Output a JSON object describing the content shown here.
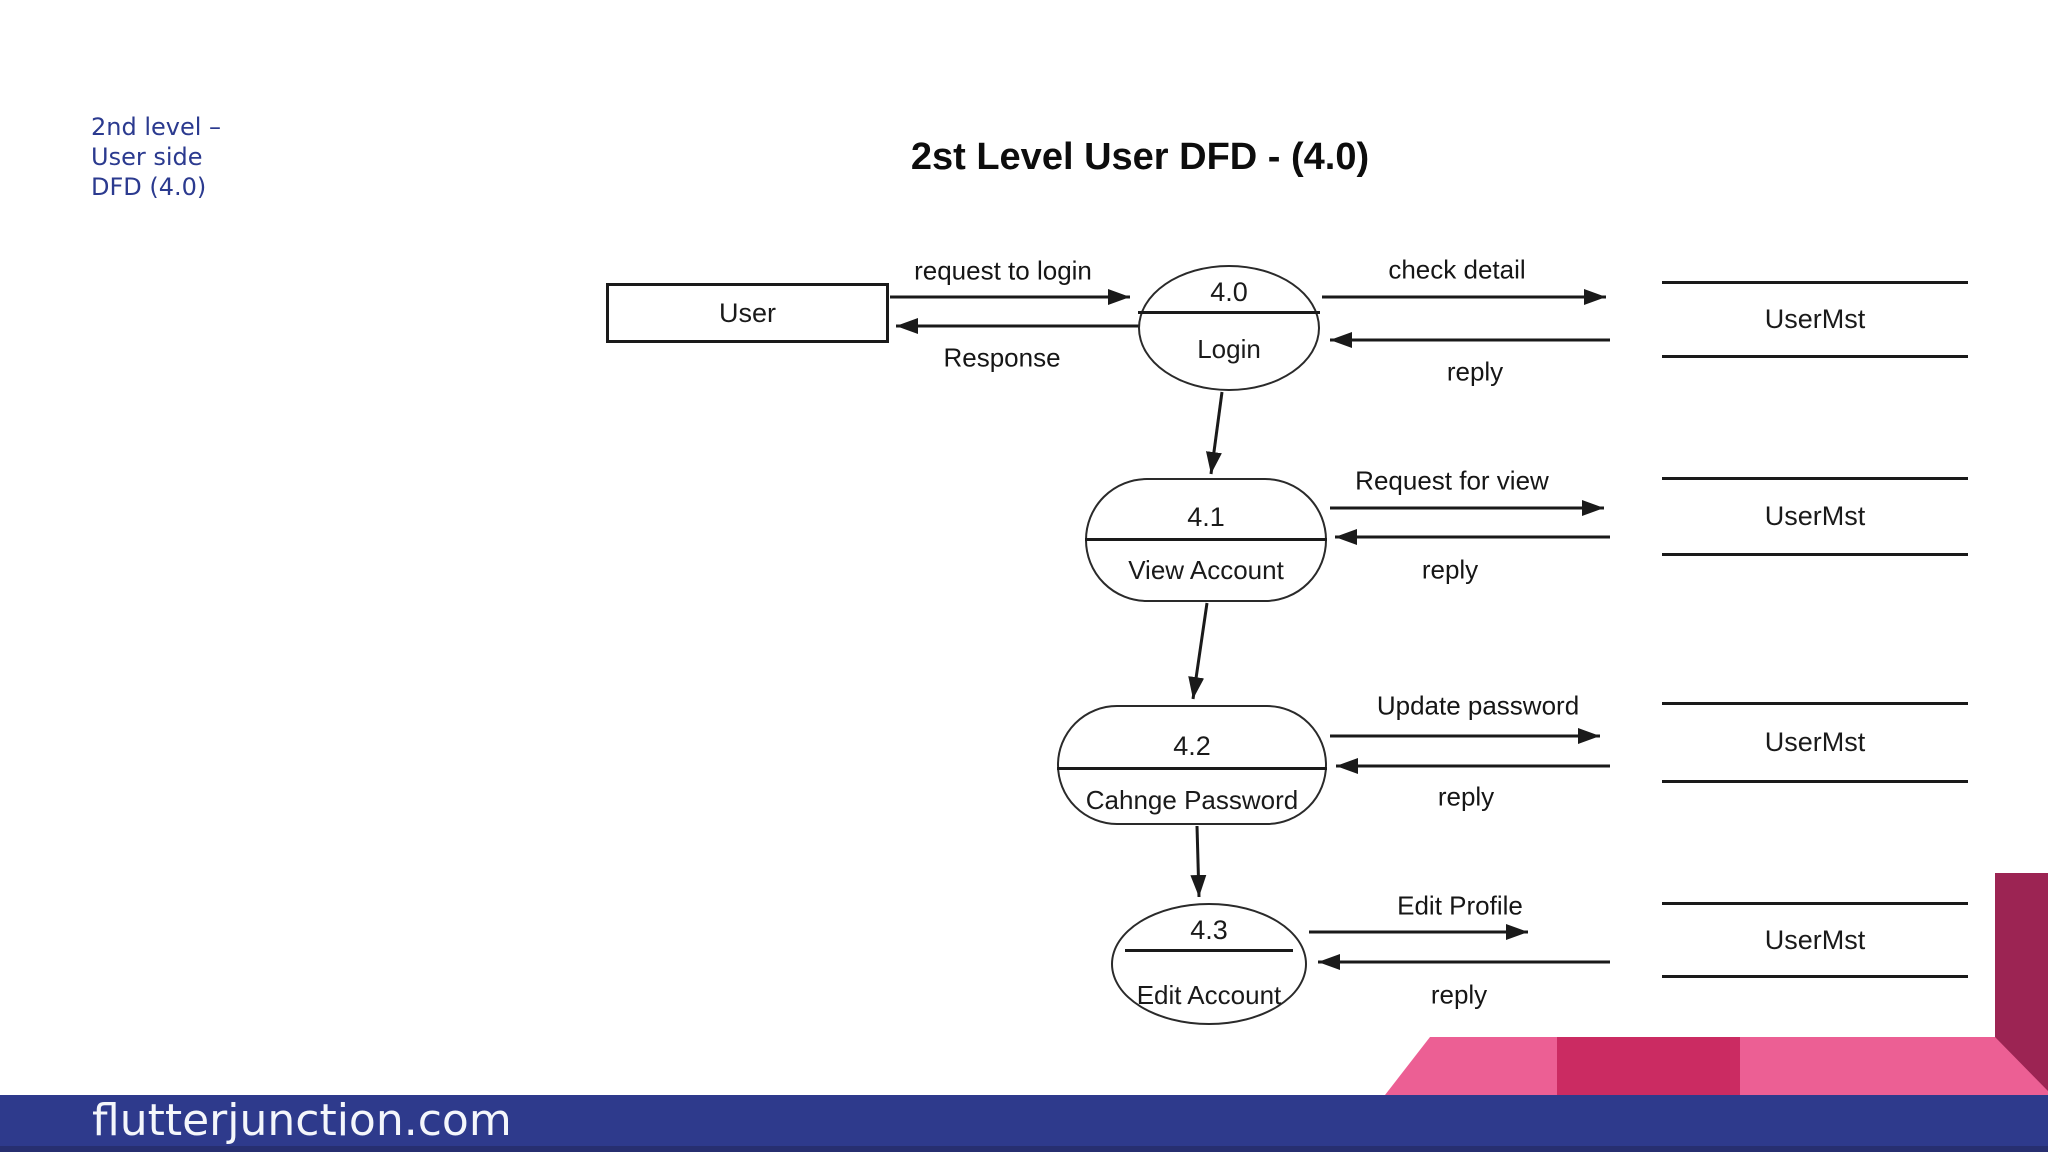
{
  "note": {
    "line1": "2nd level –",
    "line2": "User side",
    "line3": "DFD (4.0)"
  },
  "title": "2st Level User DFD - (4.0)",
  "entities": {
    "user": "User"
  },
  "processes": [
    {
      "id": "4.0",
      "name": "Login"
    },
    {
      "id": "4.1",
      "name": "View Account"
    },
    {
      "id": "4.2",
      "name": "Cahnge Password"
    },
    {
      "id": "4.3",
      "name": "Edit Account"
    }
  ],
  "datastores": [
    {
      "name": "UserMst"
    },
    {
      "name": "UserMst"
    },
    {
      "name": "UserMst"
    },
    {
      "name": "UserMst"
    }
  ],
  "flows": {
    "request_login": "request to login",
    "response": "Response",
    "check_detail": "check detail",
    "reply1": "reply",
    "request_view": "Request for view",
    "reply2": "reply",
    "update_password": "Update password",
    "reply3": "reply",
    "edit_profile": "Edit Profile",
    "reply4": "reply"
  },
  "footer": {
    "site": "flutterjunction.com"
  },
  "colors": {
    "note_text": "#2b3a8f",
    "footer_bar": "#2e3a8c",
    "band_pink": "#ec5f94",
    "band_magenta": "#cb2b62",
    "corner_maroon": "#9c2453",
    "diagram_line": "#1a1a1a"
  }
}
